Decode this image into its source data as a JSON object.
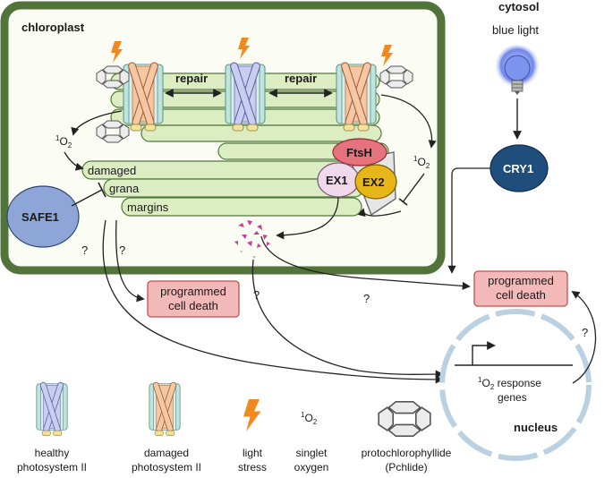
{
  "compartments": {
    "chloroplast": "chloroplast",
    "cytosol": "cytosol",
    "nucleus": "nucleus"
  },
  "labels": {
    "blue_light": "blue light",
    "repair_left": "repair",
    "repair_right": "repair",
    "singlet_oxygen_left": {
      "sup": "1",
      "base": "O",
      "sub": "2"
    },
    "singlet_oxygen_right": {
      "sup": "1",
      "base": "O",
      "sub": "2"
    },
    "damaged": "damaged",
    "grana": "grana",
    "margins": "margins",
    "ftsh": "FtsH",
    "ex1": "EX1",
    "ex2": "EX2",
    "safe1": "SAFE1",
    "cry1": "CRY1",
    "pcd_left": [
      "programmed",
      "cell death"
    ],
    "pcd_right": [
      "programmed",
      "cell death"
    ],
    "response_genes": {
      "sup": "1",
      "base": "O",
      "sub": "2",
      "rest": " response",
      "line2": "genes"
    },
    "q1": "?",
    "q2": "?",
    "q3": "?",
    "q4": "?",
    "q5": "?"
  },
  "legend": [
    {
      "icon": "healthy-photosystem-icon",
      "lines": [
        "healthy",
        "photosystem II"
      ]
    },
    {
      "icon": "damaged-photosystem-icon",
      "lines": [
        "damaged",
        "photosystem II"
      ]
    },
    {
      "icon": "lightning-icon",
      "lines": [
        "light",
        "stress"
      ]
    },
    {
      "icon": "singlet-oxygen-icon",
      "symbol": {
        "sup": "1",
        "base": "O",
        "sub": "2"
      },
      "lines": [
        "singlet",
        "oxygen"
      ]
    },
    {
      "icon": "protochlorophyllide-icon",
      "lines": [
        "protochlorophyllide",
        "(Pchlide)"
      ]
    }
  ],
  "colors": {
    "chloroplast_border": "#52733a",
    "chloroplast_fill": "#fbfdf4",
    "thylakoid_fill": "#dcedc4",
    "thylakoid_stroke": "#4f7a38",
    "healthy_core": "#c9cdf0",
    "damaged_core": "#f5c7a2",
    "ps_outer": "#bfe3dd",
    "ftsh": "#e5727c",
    "ex1": "#f1d9ec",
    "ex2": "#e7b719",
    "safe1": "#8ea5d8",
    "cry1": "#1f4d7c",
    "pcd_fill": "#f3b9b8",
    "pcd_stroke": "#c2504f",
    "nucleus": "#b9d1e3",
    "lightning": "#f08a1f",
    "fragments": "#c2448f"
  }
}
